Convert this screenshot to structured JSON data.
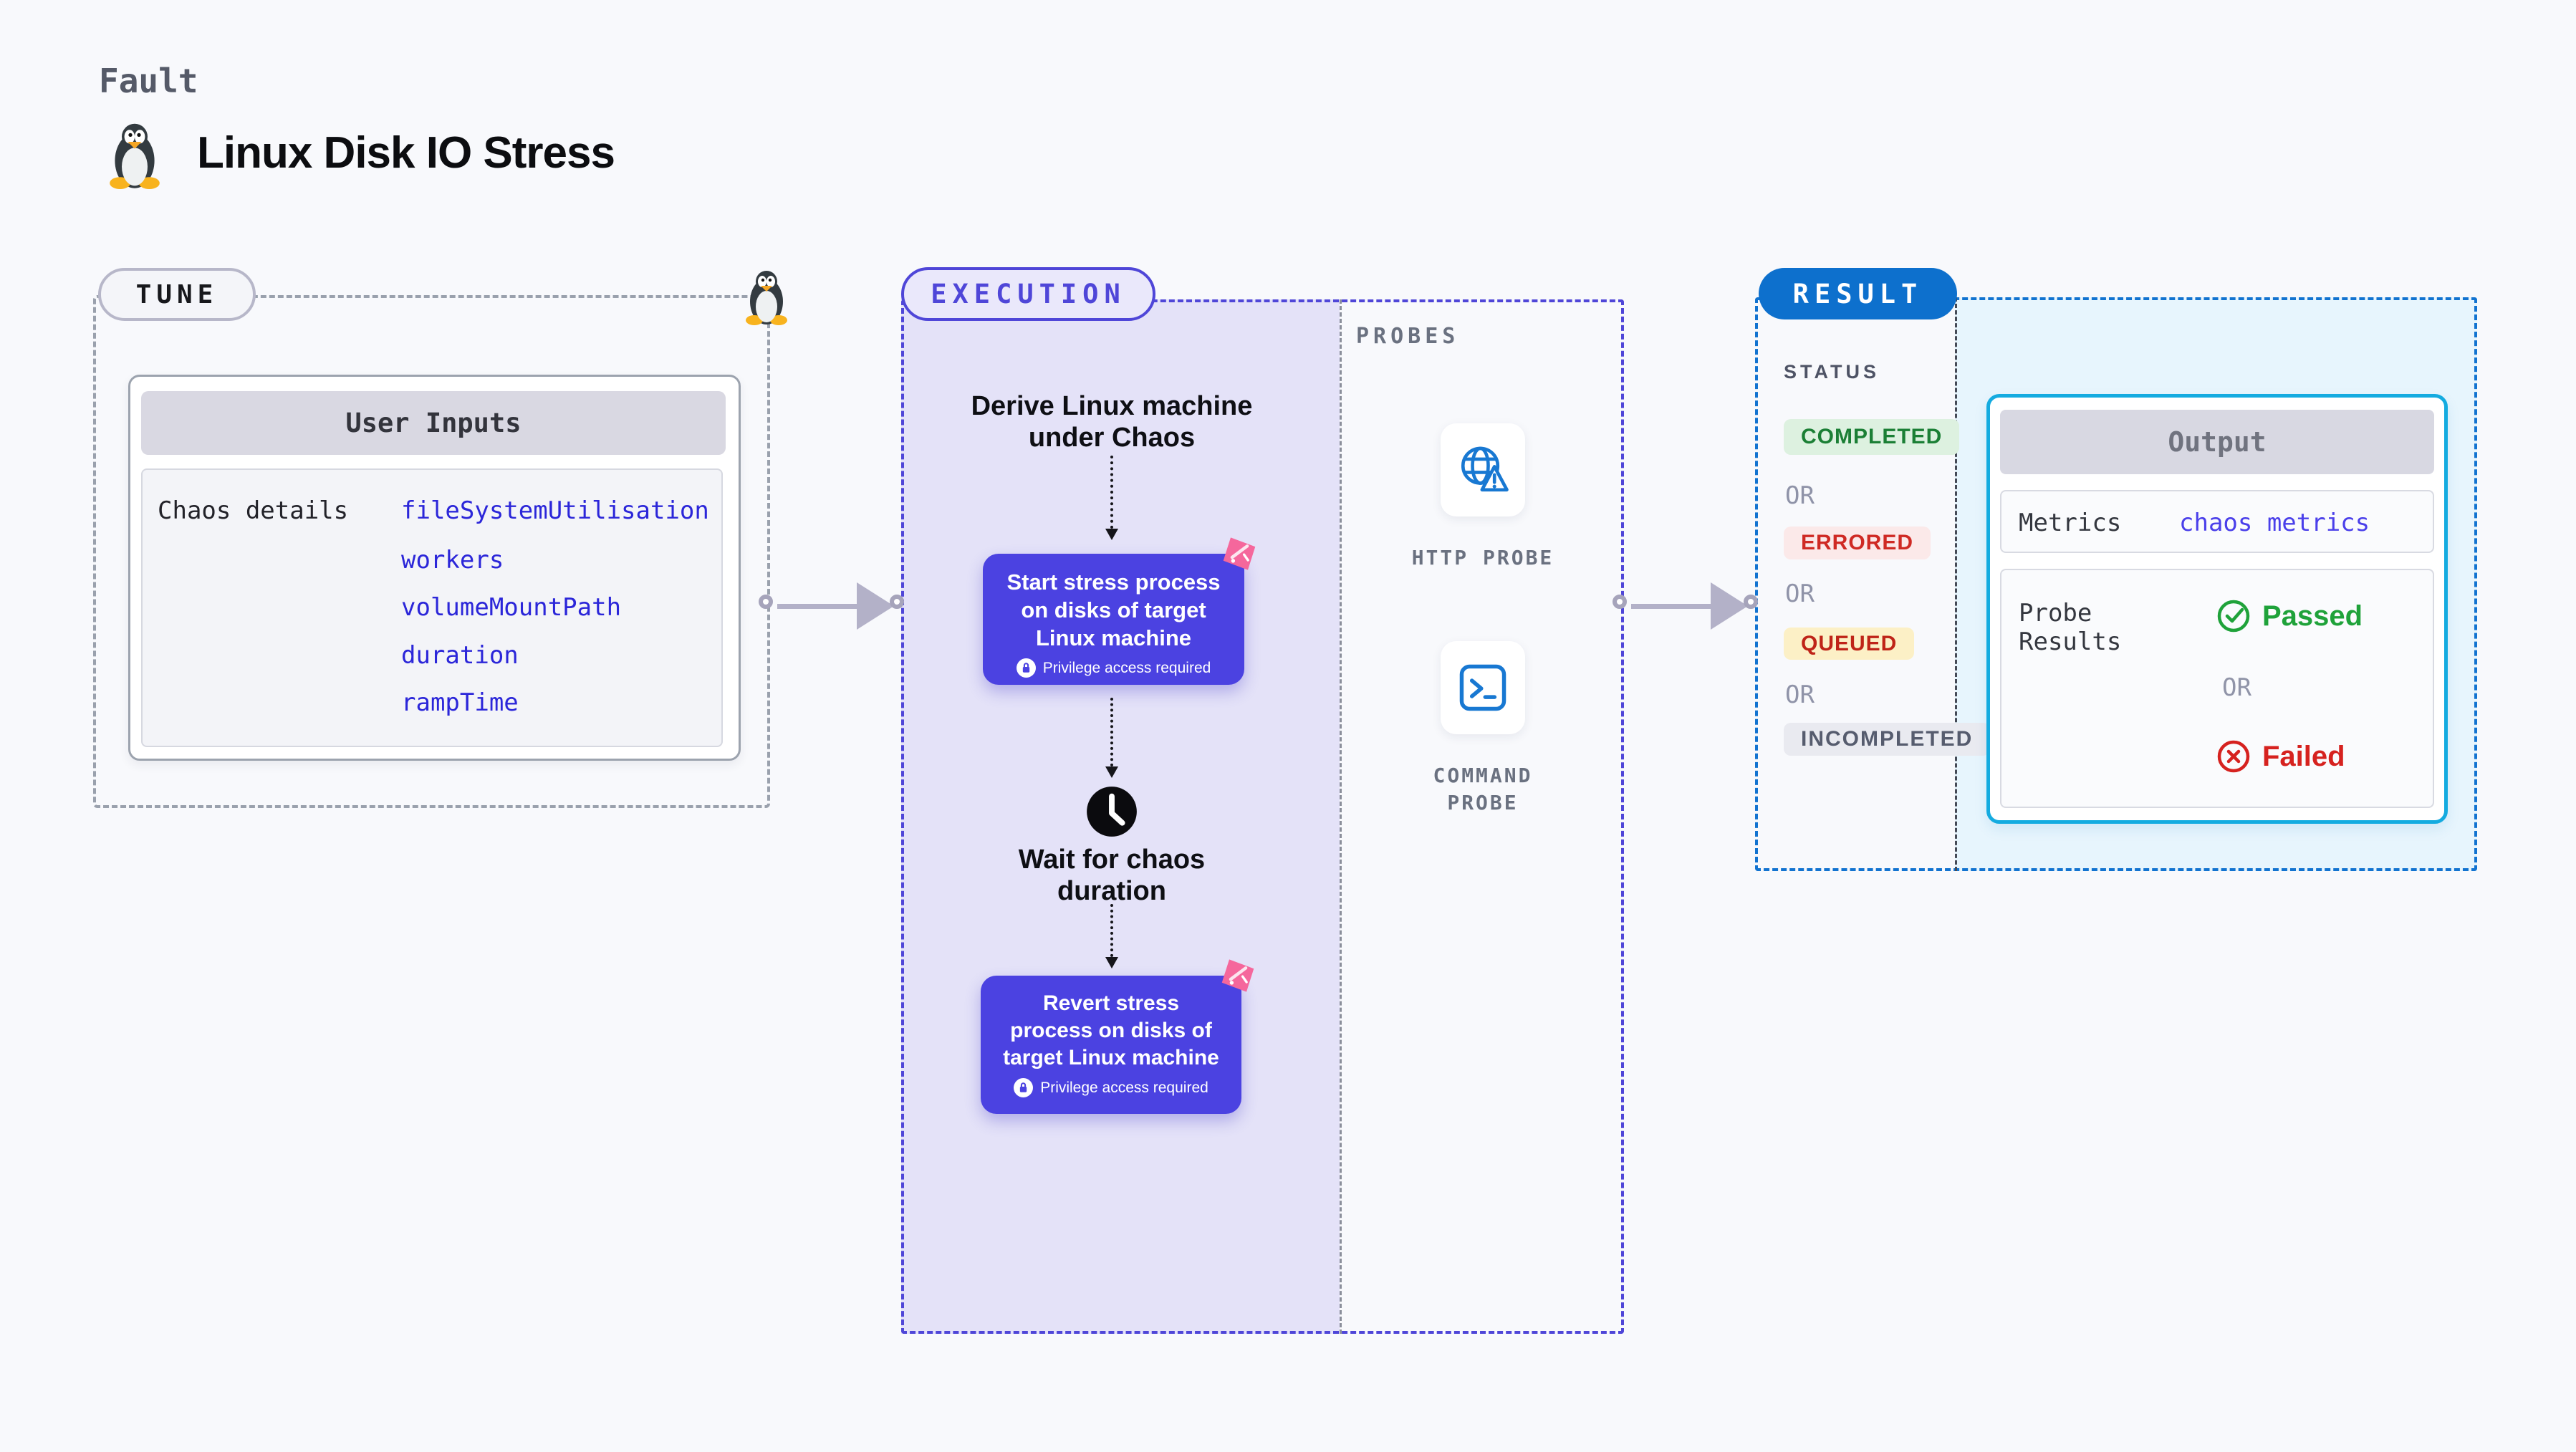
{
  "header": {
    "kicker": "Fault",
    "title": "Linux Disk IO Stress"
  },
  "tune": {
    "pill": "TUNE",
    "card_title": "User Inputs",
    "row_label": "Chaos details",
    "values": [
      "fileSystemUtilisation",
      "workers",
      "volumeMountPath",
      "duration",
      "rampTime"
    ]
  },
  "execution": {
    "pill": "EXECUTION",
    "step_derive": "Derive Linux machine under Chaos",
    "step_start": "Start stress process on disks of target Linux machine",
    "step_wait": "Wait for chaos duration",
    "step_revert": "Revert stress process on disks of target Linux machine",
    "privilege_note": "Privilege access required"
  },
  "probes": {
    "label": "PROBES",
    "items": [
      {
        "name": "HTTP PROBE",
        "icon": "globe-alert-icon"
      },
      {
        "name": "COMMAND PROBE",
        "icon": "terminal-icon"
      }
    ]
  },
  "result": {
    "pill": "RESULT",
    "status_label": "STATUS",
    "or": "OR",
    "statuses": [
      {
        "label": "COMPLETED",
        "fg": "#1b7f35",
        "bg": "#ddf1e0"
      },
      {
        "label": "ERRORED",
        "fg": "#cf2a24",
        "bg": "#fbe9e9"
      },
      {
        "label": "QUEUED",
        "fg": "#bf2418",
        "bg": "#fcf0c6"
      },
      {
        "label": "INCOMPLETED",
        "fg": "#565c6e",
        "bg": "#e9eaf0"
      }
    ],
    "output": {
      "title": "Output",
      "metrics_label": "Metrics",
      "metrics_value": "chaos metrics",
      "probe_label": "Probe Results",
      "passed": "Passed",
      "failed": "Failed"
    }
  },
  "colors": {
    "page_bg": "#f8f9fc",
    "tune_border": "#9aa1ad",
    "execution_accent": "#4f46d8",
    "execution_panel": "#e4e2f8",
    "step_card": "#4b42e1",
    "result_accent": "#1273d0",
    "result_panel": "#e7f5fd",
    "output_border": "#14abe0",
    "value_blue": "#2b26d9",
    "metrics_blue": "#4a3fea",
    "passed_green": "#1fa23a",
    "failed_red": "#d6221f",
    "probe_icon_blue": "#1878d2",
    "ribbon_pink": "#f5679c"
  }
}
